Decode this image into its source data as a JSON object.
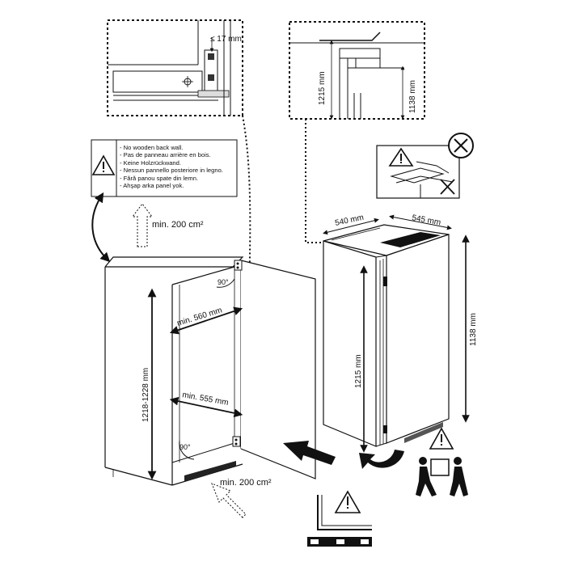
{
  "warning_box": {
    "lines": [
      "- No wooden back wall.",
      "- Pas de panneau arrière en bois.",
      "- Keine Holzrückwand.",
      "- Nessun pannello posteriore in legno.",
      "- Fără panou spate din lemn.",
      "- Ahşap arka panel yok."
    ]
  },
  "labels": {
    "gap": "≤ 17 mm",
    "top_detail_height": "1215 mm",
    "top_detail_inner_height": "1138 mm",
    "vent_top": "min. 200 cm²",
    "vent_bottom": "min. 200 cm²",
    "angle_top": "90°",
    "angle_bottom": "90°",
    "niche_width_top": "min. 560 mm",
    "niche_width_bottom": "min. 555 mm",
    "niche_height": "1218-1228 mm",
    "appliance_width": "540 mm",
    "appliance_depth": "545 mm",
    "appliance_height": "1215 mm",
    "appliance_inner_height": "1138 mm"
  },
  "icons": {
    "warning": "warning-triangle-icon",
    "prohibited": "circle-x-icon",
    "team_lift": "two-person-lift-icon",
    "level": "spirit-level-icon"
  }
}
